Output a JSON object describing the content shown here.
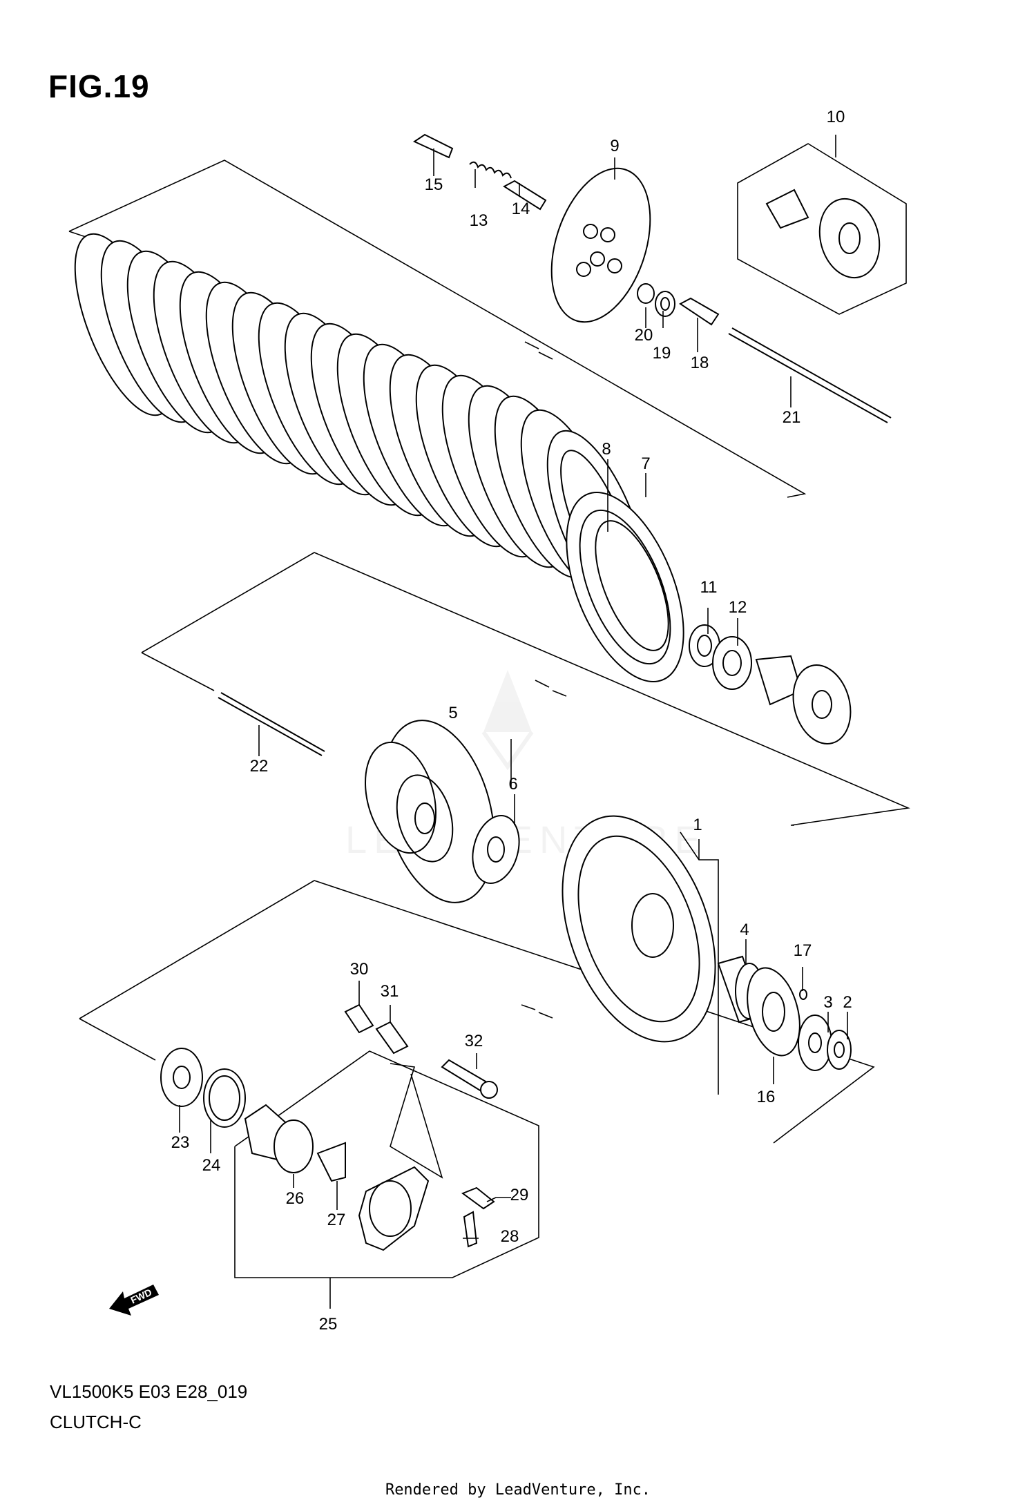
{
  "figure": {
    "title": "FIG.19",
    "model_code": "VL1500K5 E03 E28_019",
    "section_name": "CLUTCH-C",
    "rendered_by": "Rendered by LeadVenture, Inc.",
    "watermark": "LEADVENTURE",
    "fwd_label": "FWD"
  },
  "callouts": [
    "1",
    "2",
    "3",
    "4",
    "5",
    "6",
    "7",
    "8",
    "9",
    "10",
    "11",
    "12",
    "13",
    "14",
    "15",
    "16",
    "17",
    "18",
    "19",
    "20",
    "21",
    "22",
    "23",
    "24",
    "25",
    "26",
    "27",
    "28",
    "29",
    "30",
    "31",
    "32"
  ],
  "parts": [
    {
      "ref": "1",
      "icon": "clutch-housing-icon"
    },
    {
      "ref": "2",
      "icon": "nut-icon"
    },
    {
      "ref": "3",
      "icon": "washer-icon"
    },
    {
      "ref": "4",
      "icon": "needle-bearing-icon"
    },
    {
      "ref": "5",
      "icon": "drive-gear-icon"
    },
    {
      "ref": "6",
      "icon": "washer-icon"
    },
    {
      "ref": "7",
      "icon": "clutch-sleeve-hub-icon"
    },
    {
      "ref": "8",
      "icon": "clutch-plate-set-icon"
    },
    {
      "ref": "9",
      "icon": "pressure-plate-icon"
    },
    {
      "ref": "10",
      "icon": "hub-kit-icon"
    },
    {
      "ref": "11",
      "icon": "nut-icon"
    },
    {
      "ref": "12",
      "icon": "washer-icon"
    },
    {
      "ref": "13",
      "icon": "spring-icon"
    },
    {
      "ref": "14",
      "icon": "spring-guide-icon"
    },
    {
      "ref": "15",
      "icon": "bolt-icon"
    },
    {
      "ref": "16",
      "icon": "gear-icon"
    },
    {
      "ref": "17",
      "icon": "pin-icon"
    },
    {
      "ref": "18",
      "icon": "push-piece-icon"
    },
    {
      "ref": "19",
      "icon": "bearing-icon"
    },
    {
      "ref": "20",
      "icon": "washer-icon"
    },
    {
      "ref": "21",
      "icon": "push-rod-icon"
    },
    {
      "ref": "22",
      "icon": "push-rod-icon"
    },
    {
      "ref": "23",
      "icon": "oil-seal-icon"
    },
    {
      "ref": "24",
      "icon": "ring-icon"
    },
    {
      "ref": "25",
      "icon": "release-cylinder-icon"
    },
    {
      "ref": "26",
      "icon": "piston-icon"
    },
    {
      "ref": "27",
      "icon": "spring-icon"
    },
    {
      "ref": "28",
      "icon": "bleeder-valve-icon"
    },
    {
      "ref": "29",
      "icon": "cap-icon"
    },
    {
      "ref": "30",
      "icon": "dowel-icon"
    },
    {
      "ref": "31",
      "icon": "dowel-icon"
    },
    {
      "ref": "32",
      "icon": "bolt-icon"
    }
  ]
}
